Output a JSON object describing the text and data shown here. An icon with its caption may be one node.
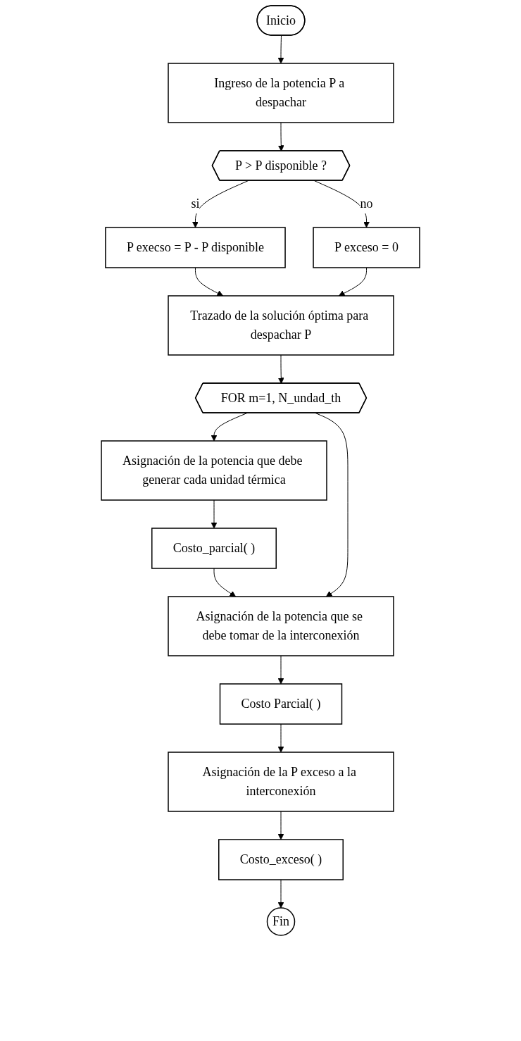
{
  "diagram": {
    "nodes": [
      {
        "text": [
          "Inicio"
        ]
      },
      {
        "text": [
          "Ingreso de la potencia P a despachar"
        ]
      },
      {
        "text": [
          "P > P disponible ?"
        ]
      },
      {
        "text": [
          "P execso = P - P disponible"
        ]
      },
      {
        "text": [
          "P exceso = 0"
        ]
      },
      {
        "text": [
          "Trazado de la solución óptima para despachar P"
        ]
      },
      {
        "text": [
          "FOR m=1, N_undad_th"
        ]
      },
      {
        "text": [
          "Asignación de la potencia que debe generar cada unidad térmica"
        ]
      },
      {
        "text": [
          "Costo_parcial( )"
        ]
      },
      {
        "text": [
          "Asignación de la potencia que se debe tomar de la interconexión"
        ]
      },
      {
        "text": [
          "Costo Parcial( )"
        ]
      },
      {
        "text": [
          "Asignación de la P exceso a la interconexión"
        ]
      },
      {
        "text": [
          "Costo_exceso( )"
        ]
      },
      {
        "text": [
          "Fin"
        ]
      }
    ],
    "edges": [
      {
        "from": 0,
        "to": 1,
        "arrow": "to"
      },
      {
        "from": 1,
        "to": 2,
        "arrow": "to"
      },
      {
        "from": 2,
        "to": 3,
        "arrow": "to",
        "label": "si"
      },
      {
        "from": 2,
        "to": 4,
        "arrow": "to",
        "label": "no"
      },
      {
        "from": 3,
        "to": 5,
        "arrow": "to"
      },
      {
        "from": 4,
        "to": 5,
        "arrow": "to"
      },
      {
        "from": 5,
        "to": 6,
        "arrow": "to"
      },
      {
        "from": 6,
        "to": 7,
        "arrow": "to"
      },
      {
        "from": 7,
        "to": 8,
        "arrow": "to"
      },
      {
        "from": 8,
        "to": 9,
        "arrow": "to"
      },
      {
        "from": 6,
        "to": 9,
        "arrow": "to"
      },
      {
        "from": 9,
        "to": 10,
        "arrow": "to"
      },
      {
        "from": 10,
        "to": 11,
        "arrow": "to"
      },
      {
        "from": 11,
        "to": 12,
        "arrow": "to"
      },
      {
        "from": 12,
        "to": 13,
        "arrow": "to"
      }
    ]
  }
}
